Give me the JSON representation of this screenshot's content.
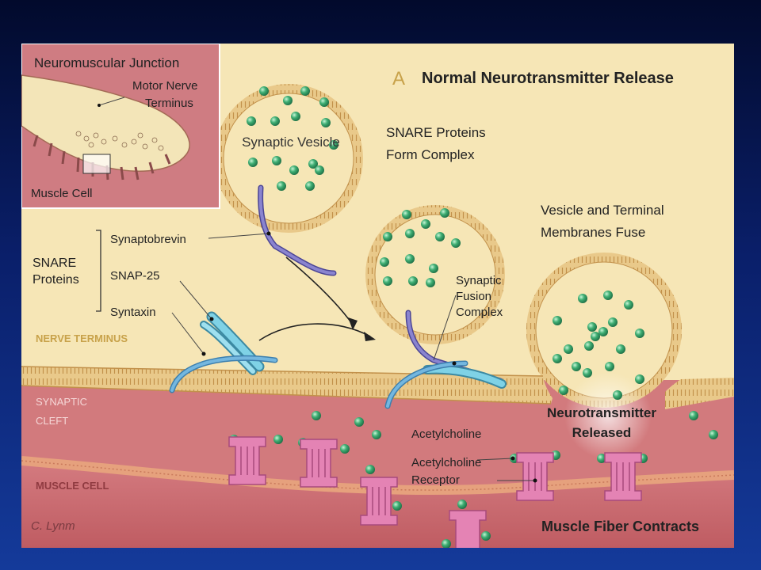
{
  "inset": {
    "title": "Neuromuscular Junction",
    "nerve_label_1": "Motor Nerve",
    "nerve_label_2": "Terminus",
    "muscle_label": "Muscle Cell"
  },
  "header": {
    "panel_letter": "A",
    "title": "Normal Neurotransmitter Release"
  },
  "steps": {
    "step1_line1": "SNARE Proteins",
    "step1_line2": "Form Complex",
    "step2_line1": "Vesicle and Terminal",
    "step2_line2": "Membranes Fuse",
    "step3_line1": "Neurotransmitter",
    "step3_line2": "Released",
    "step4": "Muscle Fiber Contracts"
  },
  "labels": {
    "synaptic_vesicle": "Synaptic Vesicle",
    "snare_1": "SNARE",
    "snare_2": "Proteins",
    "synaptobrevin": "Synaptobrevin",
    "snap25": "SNAP-25",
    "syntaxin": "Syntaxin",
    "fusion_1": "Synaptic",
    "fusion_2": "Fusion",
    "fusion_3": "Complex",
    "acetylcholine": "Acetylcholine",
    "receptor_1": "Acetylcholine",
    "receptor_2": "Receptor"
  },
  "regions": {
    "nerve_terminus": "NERVE TERMINUS",
    "cleft_1": "SYNAPTIC",
    "cleft_2": "CLEFT",
    "muscle_cell": "MUSCLE CELL"
  },
  "signature": "C. Lynm",
  "colors": {
    "slide_background": "#0a1f6a",
    "cytoplasm": "#f6e6b6",
    "membrane": "#d8b070",
    "cleft": "#d27a7d",
    "muscle": "#cf6f74",
    "neurotransmitter": "#3fae73",
    "receptor": "#e483b4",
    "synaptobrevin": "#7f78c2",
    "syntaxin": "#6bbcd6",
    "region_label": "#c8a24a"
  }
}
